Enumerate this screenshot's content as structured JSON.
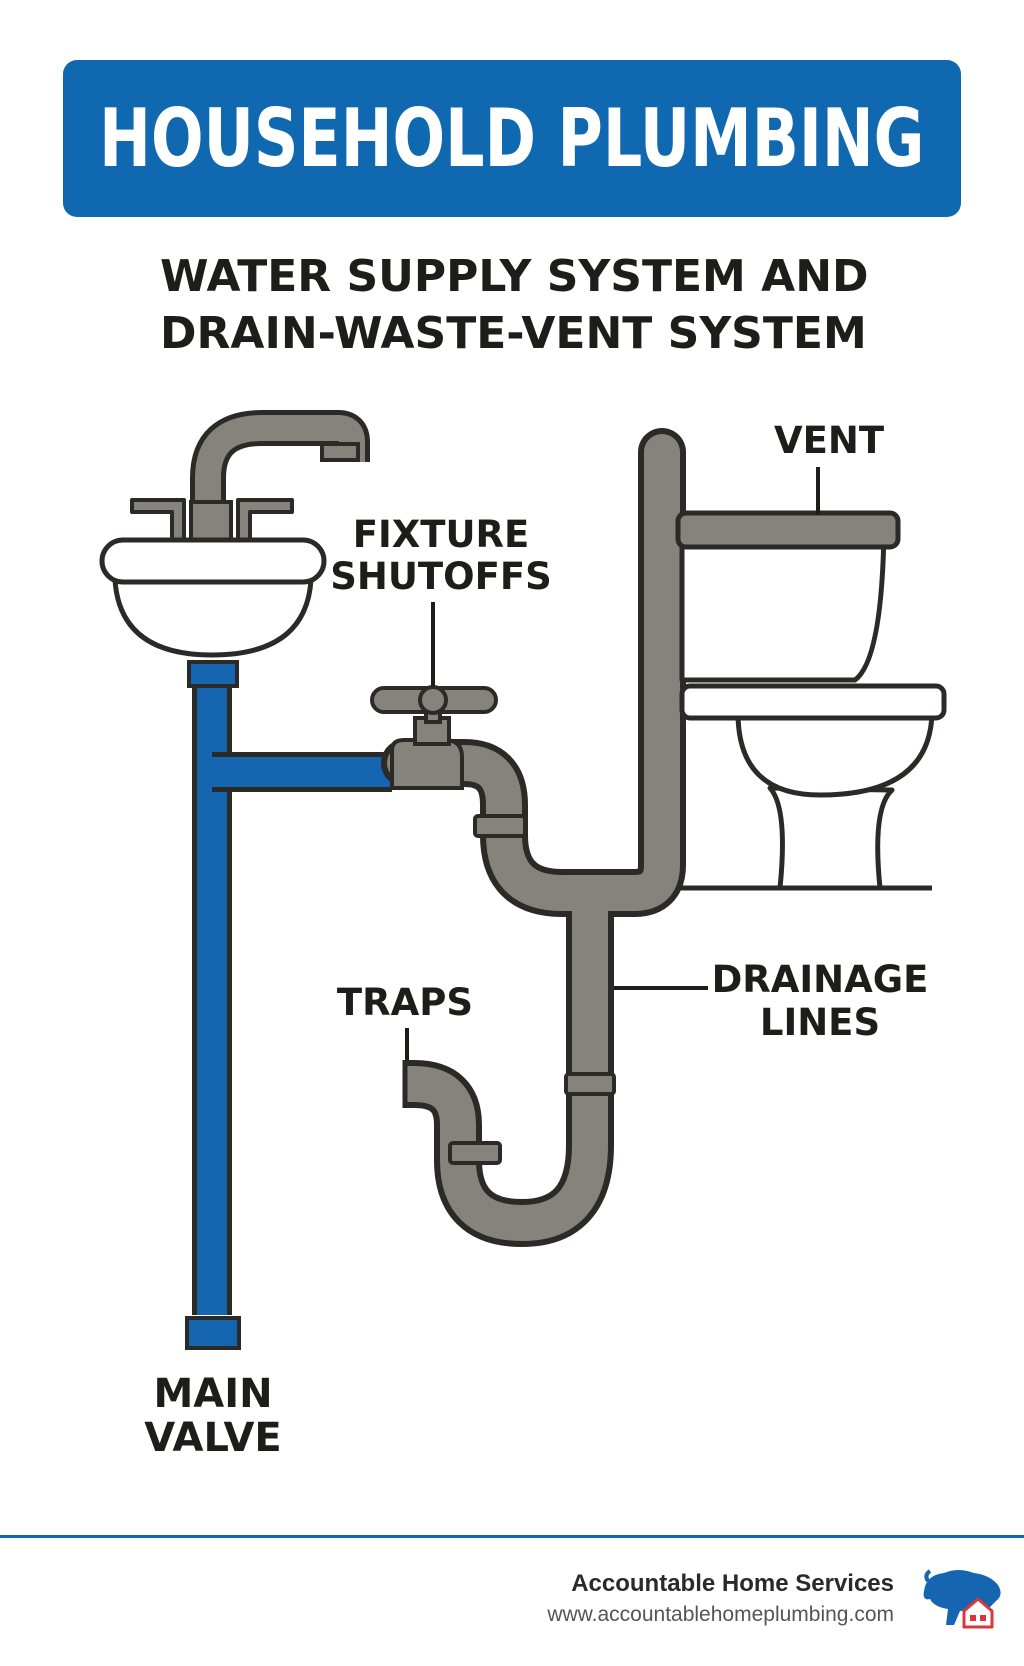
{
  "header": {
    "title": "HOUSEHOLD PLUMBING",
    "subtitle_line1": "WATER SUPPLY SYSTEM AND",
    "subtitle_line2": "DRAIN-WASTE-VENT SYSTEM"
  },
  "labels": {
    "vent": "VENT",
    "fixture_shutoffs_1": "FIXTURE",
    "fixture_shutoffs_2": "SHUTOFFS",
    "traps": "TRAPS",
    "drainage_lines_1": "DRAINAGE",
    "drainage_lines_2": "LINES",
    "main_valve_1": "MAIN",
    "main_valve_2": "VALVE"
  },
  "footer": {
    "company": "Accountable Home Services",
    "website": "www.accountablehomeplumbing.com"
  },
  "colors": {
    "banner_blue": "#0f68b0",
    "supply_pipe_blue": "#1565b0",
    "drain_pipe_gray": "#85837b",
    "outline": "#2b2a26",
    "logo_red": "#d8383a"
  },
  "icons": {
    "logo": "bison-house-logo"
  }
}
